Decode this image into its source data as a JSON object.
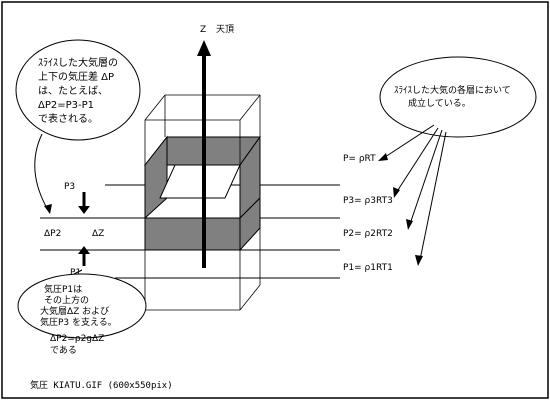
{
  "axis": {
    "z_label": "Z",
    "zenith_label": "天頂"
  },
  "left_bubble": {
    "lines": [
      "ｽﾗｲｽした大気層の",
      "上下の気圧差  ΔP",
      "は、たとえば、",
      "ΔP2=P3-P1",
      "で表される。"
    ]
  },
  "right_bubble": {
    "lines": [
      "ｽﾗｲｽした大気の各層において",
      "成立している。"
    ]
  },
  "bottom_bubble": {
    "lines": [
      "気圧P1は",
      "その上方の",
      "大気層ΔZ および",
      "気圧P3 を支える。"
    ]
  },
  "bottom_note": {
    "lines": [
      "ΔP2=ρ2gΔZ",
      "である"
    ]
  },
  "left_labels": {
    "p3": "P3",
    "dp2": "ΔP2",
    "dz": "ΔZ",
    "p1": "P1"
  },
  "equations": {
    "p": "P= ρRT",
    "p3": "P3= ρ3RT3",
    "p2": "P2= ρ2RT2",
    "p1": "P1= ρ1RT1"
  },
  "caption": "気圧  KIATU.GIF (600x550pix)"
}
